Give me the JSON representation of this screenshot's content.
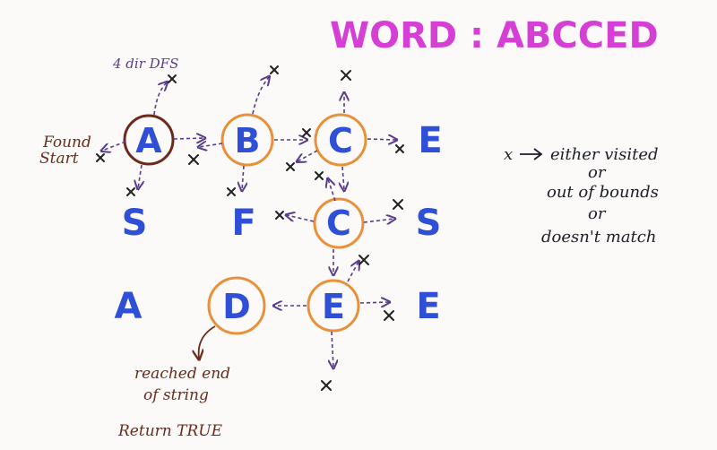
{
  "title": "WORD : ABCCED",
  "grid": [
    [
      "A",
      "B",
      "C",
      "E"
    ],
    [
      "S",
      "F",
      "C",
      "S"
    ],
    [
      "A",
      "D",
      "E",
      "E"
    ]
  ],
  "notes": {
    "dfs": "4 dir DFS",
    "found_line1": "Found",
    "found_line2": "Start",
    "end_line1": "reached end",
    "end_line2": "of string",
    "end_line3": "Return TRUE"
  },
  "legend": {
    "symbol": "x",
    "line1": "either visited",
    "line2": "or",
    "line3": "out of bounds",
    "line4": "or",
    "line5": "doesn't match"
  }
}
